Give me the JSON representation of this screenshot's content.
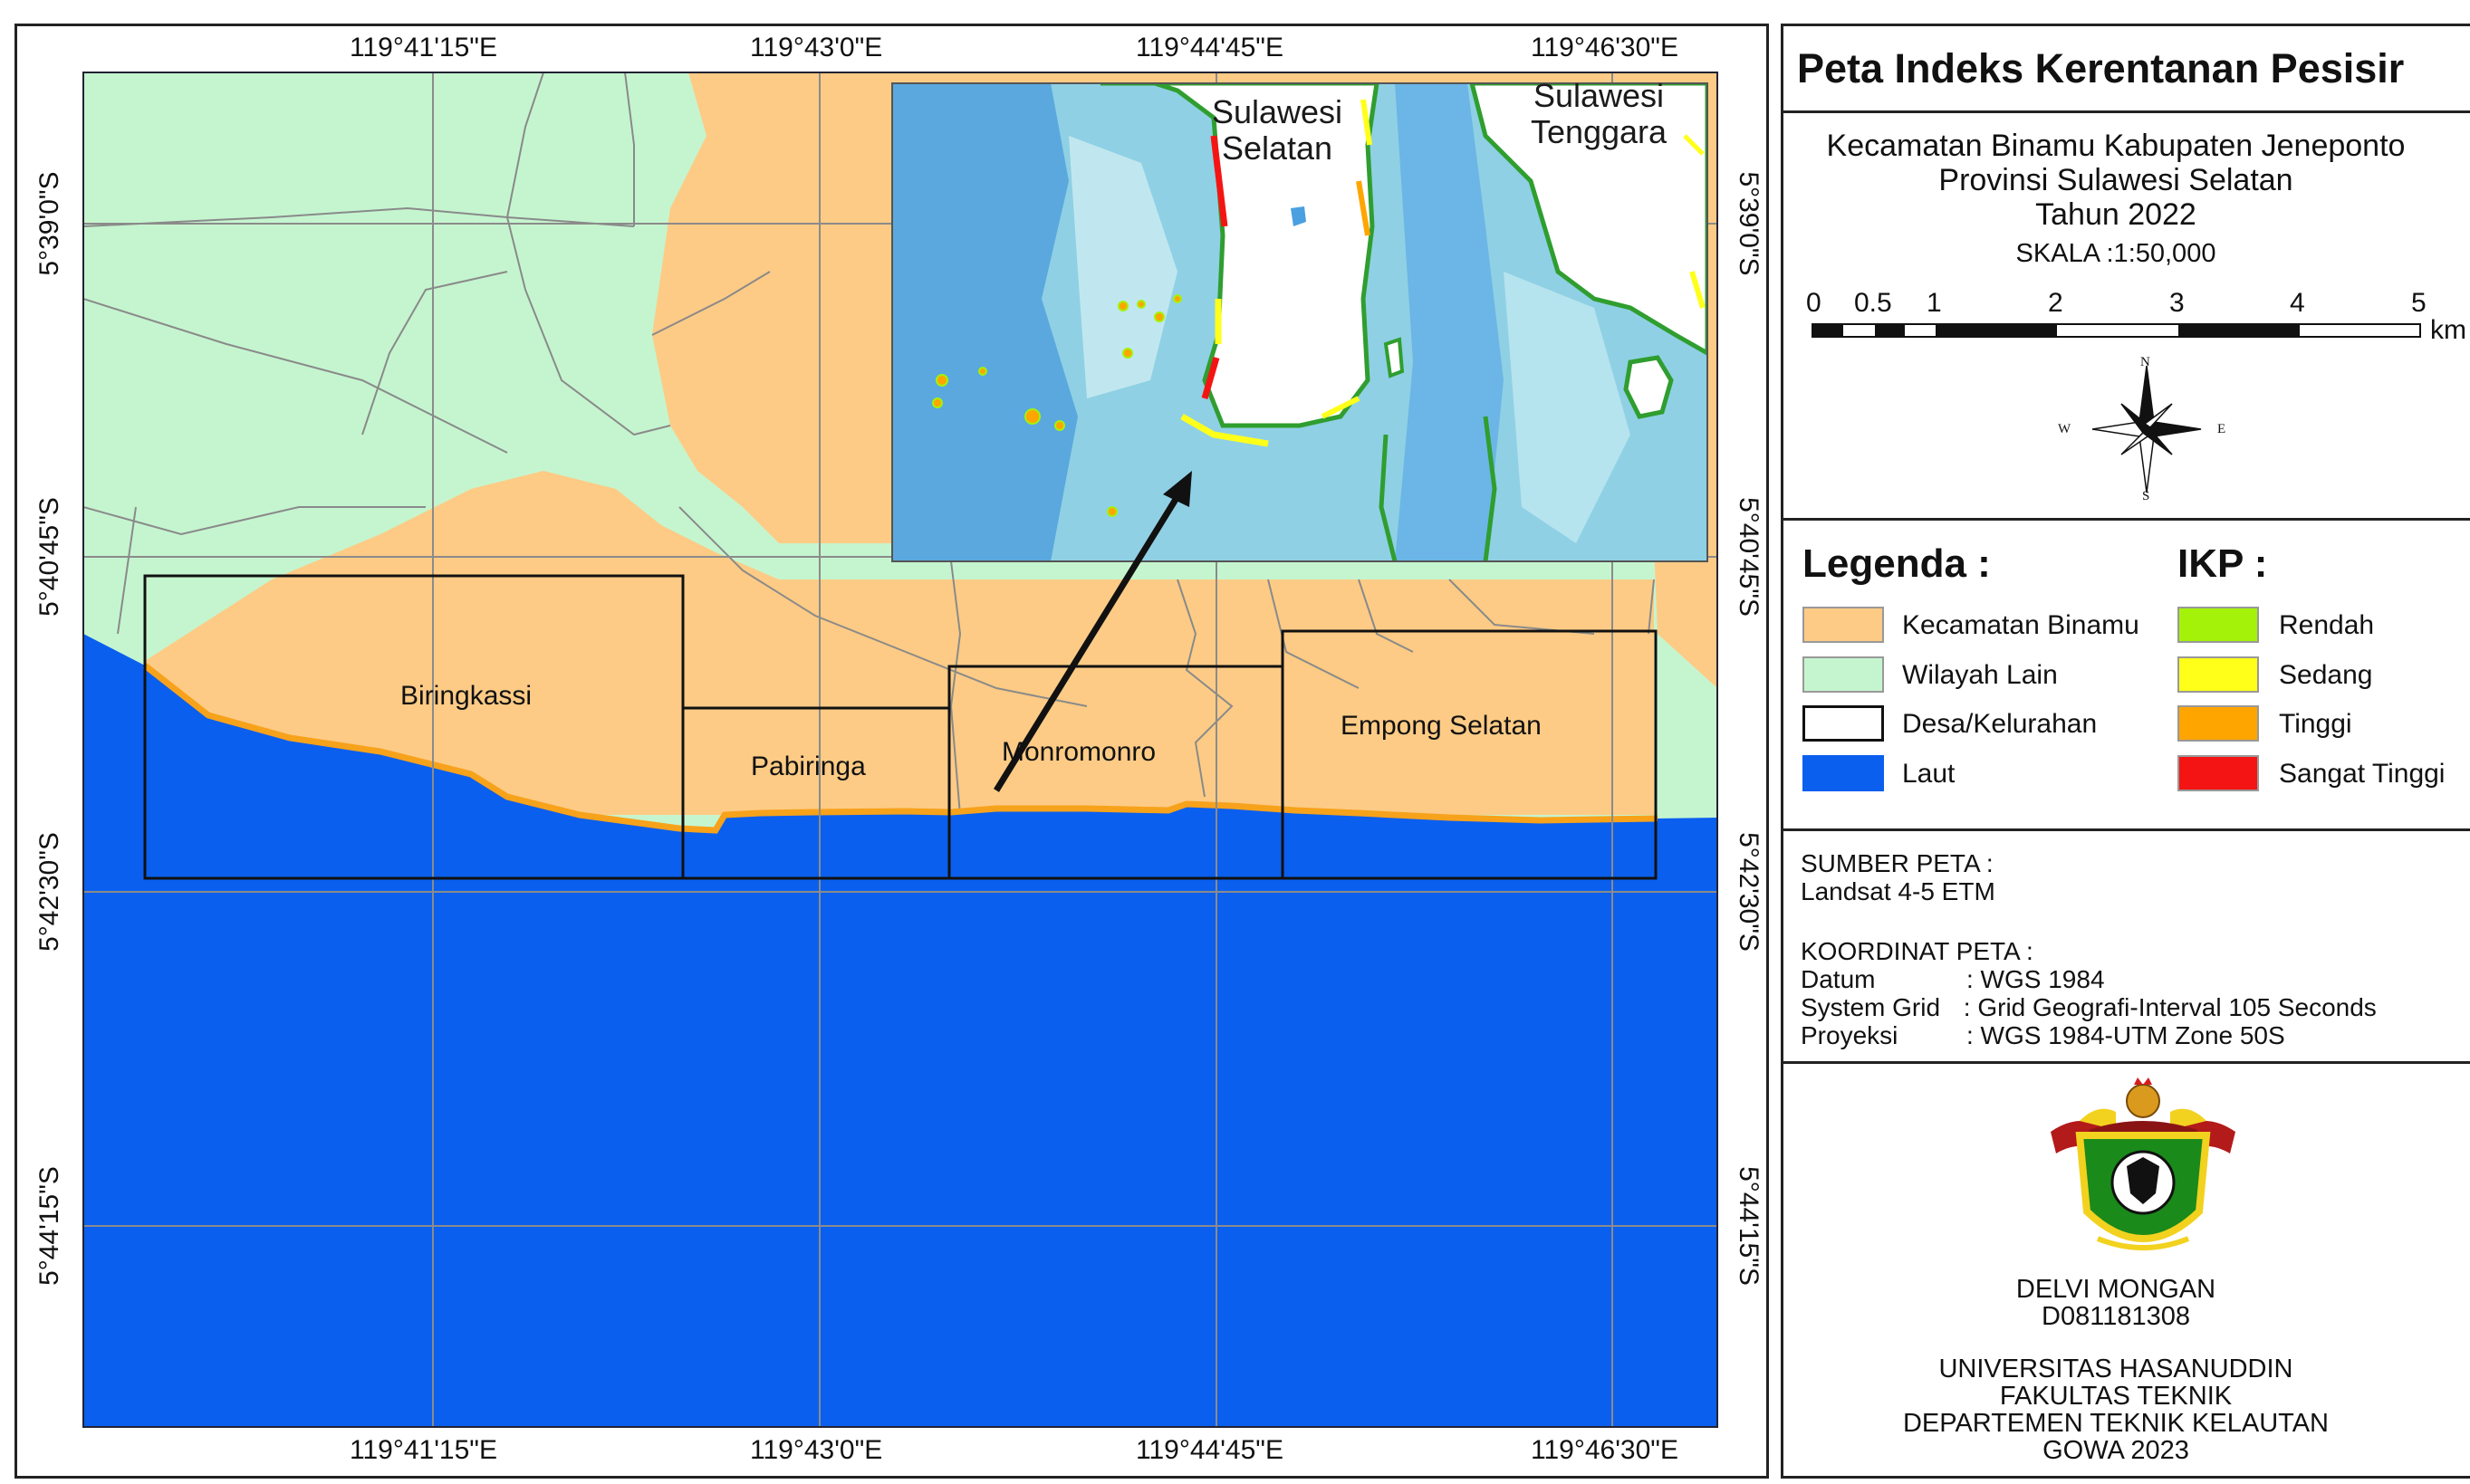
{
  "map": {
    "top_ticks": [
      "119°41'15\"E",
      "119°43'0\"E",
      "119°44'45\"E",
      "119°46'30\"E"
    ],
    "bottom_ticks": [
      "119°41'15\"E",
      "119°43'0\"E",
      "119°44'45\"E",
      "119°46'30\"E"
    ],
    "left_ticks": [
      "5°39'0\"S",
      "5°40'45\"S",
      "5°42'30\"S",
      "5°44'15\"S"
    ],
    "right_ticks": [
      "5°39'0\"S",
      "5°40'45\"S",
      "5°42'30\"S",
      "5°44'15\"S"
    ],
    "villages": [
      "Biringkassi",
      "Pabiringa",
      "Monromonro",
      "Empong Selatan"
    ],
    "inset": {
      "label_1": "Sulawesi\nSelatan",
      "label_2": "Sulawesi\nTenggara"
    },
    "colors": {
      "land_kecamatan": "#fdcb85",
      "land_other": "#c5f5cf",
      "sea": "#0a5fee",
      "coastline": "#f7a21b"
    }
  },
  "panel": {
    "title": "Peta Indeks Kerentanan Pesisir",
    "subtitle_1": "Kecamatan Binamu Kabupaten Jeneponto",
    "subtitle_2": "Provinsi Sulawesi Selatan",
    "subtitle_3": "Tahun 2022",
    "scale_text": "SKALA :1:50,000",
    "scale_numbers": [
      "0",
      "0.5",
      "1",
      "2",
      "3",
      "4",
      "5"
    ],
    "scale_unit": "km",
    "north_arrow": {
      "n": "N",
      "s": "S",
      "e": "E",
      "w": "W"
    },
    "legend_title": "Legenda :",
    "legend_items": [
      {
        "label": "Kecamatan Binamu",
        "color": "#fdcb85"
      },
      {
        "label": "Wilayah Lain",
        "color": "#c5f5cf"
      },
      {
        "label": "Desa/Kelurahan",
        "color": "#ffffff"
      },
      {
        "label": "Laut",
        "color": "#0a5fee"
      }
    ],
    "ikp_title": "IKP :",
    "ikp_items": [
      {
        "label": "Rendah",
        "color": "#a4f20a"
      },
      {
        "label": "Sedang",
        "color": "#ffff1a"
      },
      {
        "label": "Tinggi",
        "color": "#ffa500"
      },
      {
        "label": "Sangat Tinggi",
        "color": "#f51414"
      }
    ],
    "source_title": "SUMBER PETA :",
    "source_value": "Landsat 4-5 ETM",
    "coord_title": "KOORDINAT PETA :",
    "coords": [
      {
        "key": "Datum",
        "value": ": WGS 1984"
      },
      {
        "key": "System Grid",
        "value": " : Grid Geografi-Interval 105 Seconds"
      },
      {
        "key": "Proyeksi",
        "value": ": WGS 1984-UTM Zone 50S"
      }
    ],
    "author_name": "DELVI MONGAN",
    "author_id": "D081181308",
    "institution": [
      "UNIVERSITAS HASANUDDIN",
      "FAKULTAS TEKNIK",
      "DEPARTEMEN TEKNIK KELAUTAN",
      "GOWA 2023"
    ]
  }
}
